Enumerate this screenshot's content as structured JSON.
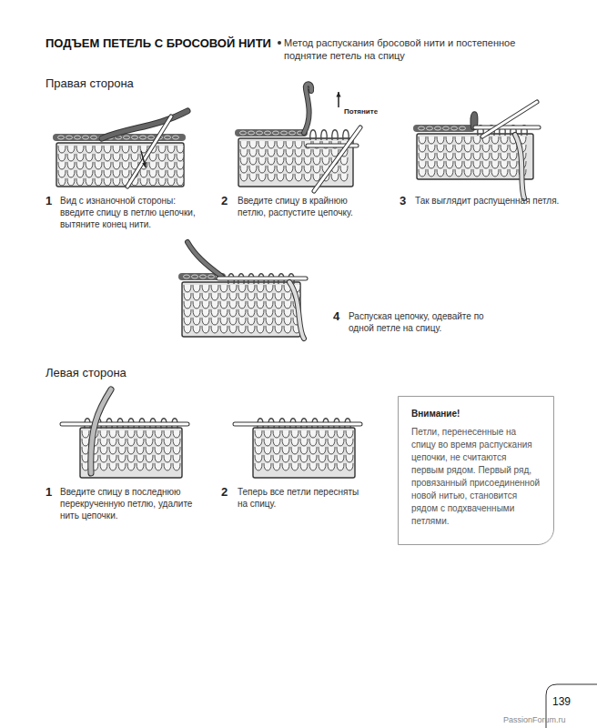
{
  "diagram": {
    "title": "ПОДЪЕМ ПЕТЕЛЬ С БРОСОВОЙ НИТИ",
    "nodes": [
      {
        "text": [
          "Внимание!",
          "Петли, перенесенные на спицу во время распускания цепочки, не считаются первым рядом. Первый ряд, провязанный присоединенной новой нитью, становится рядом с подхваченными петлями."
        ]
      }
    ],
    "labels": [
      "Метод распускания бросовой нити и постепенное поднятие петель на спицу",
      "Правая сторона",
      "Потяните",
      "1",
      "Вид с изнаночной стороны: введите спицу в петлю цепочки, вытяните конец нити.",
      "2",
      "Введите спицу в крайнюю петлю, распустите цепочку.",
      "3",
      "Так выглядит распущенная петля.",
      "4",
      "Распуская цепочку, одевайте по одной петле на спицу.",
      "Левая сторона",
      "1",
      "Введите спицу в последнюю перекрученную петлю, удалите нить цепочки.",
      "2",
      "Теперь все петли пересняты на спицу.",
      "139",
      "PassionForum.ru"
    ]
  }
}
